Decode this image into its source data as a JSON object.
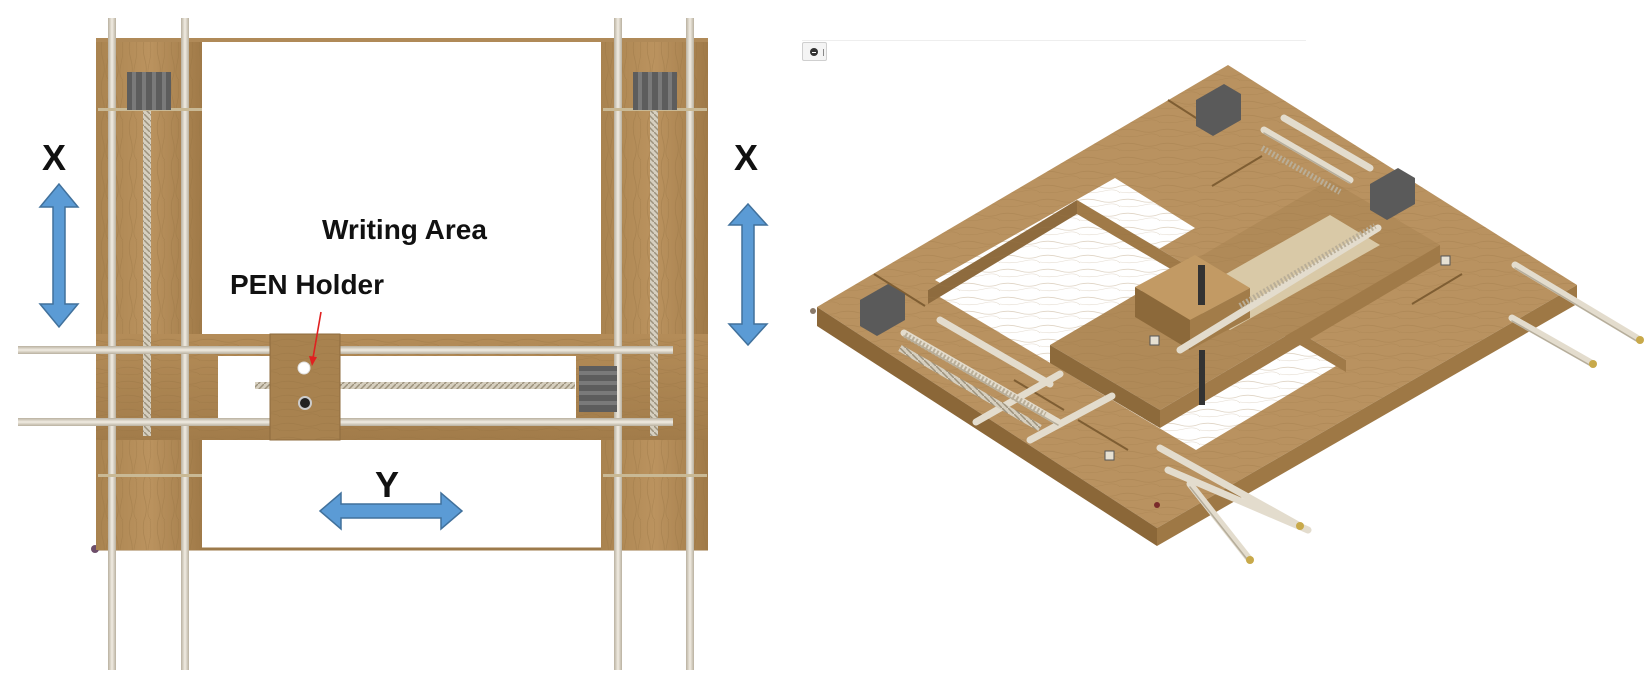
{
  "labels": {
    "x_left": "X",
    "x_right": "X",
    "y_bottom": "Y",
    "writing_area": "Writing Area",
    "pen_holder": "PEN Holder"
  },
  "colors": {
    "wood": "#b08a58",
    "wood_dark": "#8e6b3e",
    "rod": "#d9d2c2",
    "arrow": "#5b9bd5",
    "motor": "#6a6a6a",
    "pointer": "#e02020"
  },
  "icons": {
    "view_toggle": "minus-circle-icon"
  }
}
